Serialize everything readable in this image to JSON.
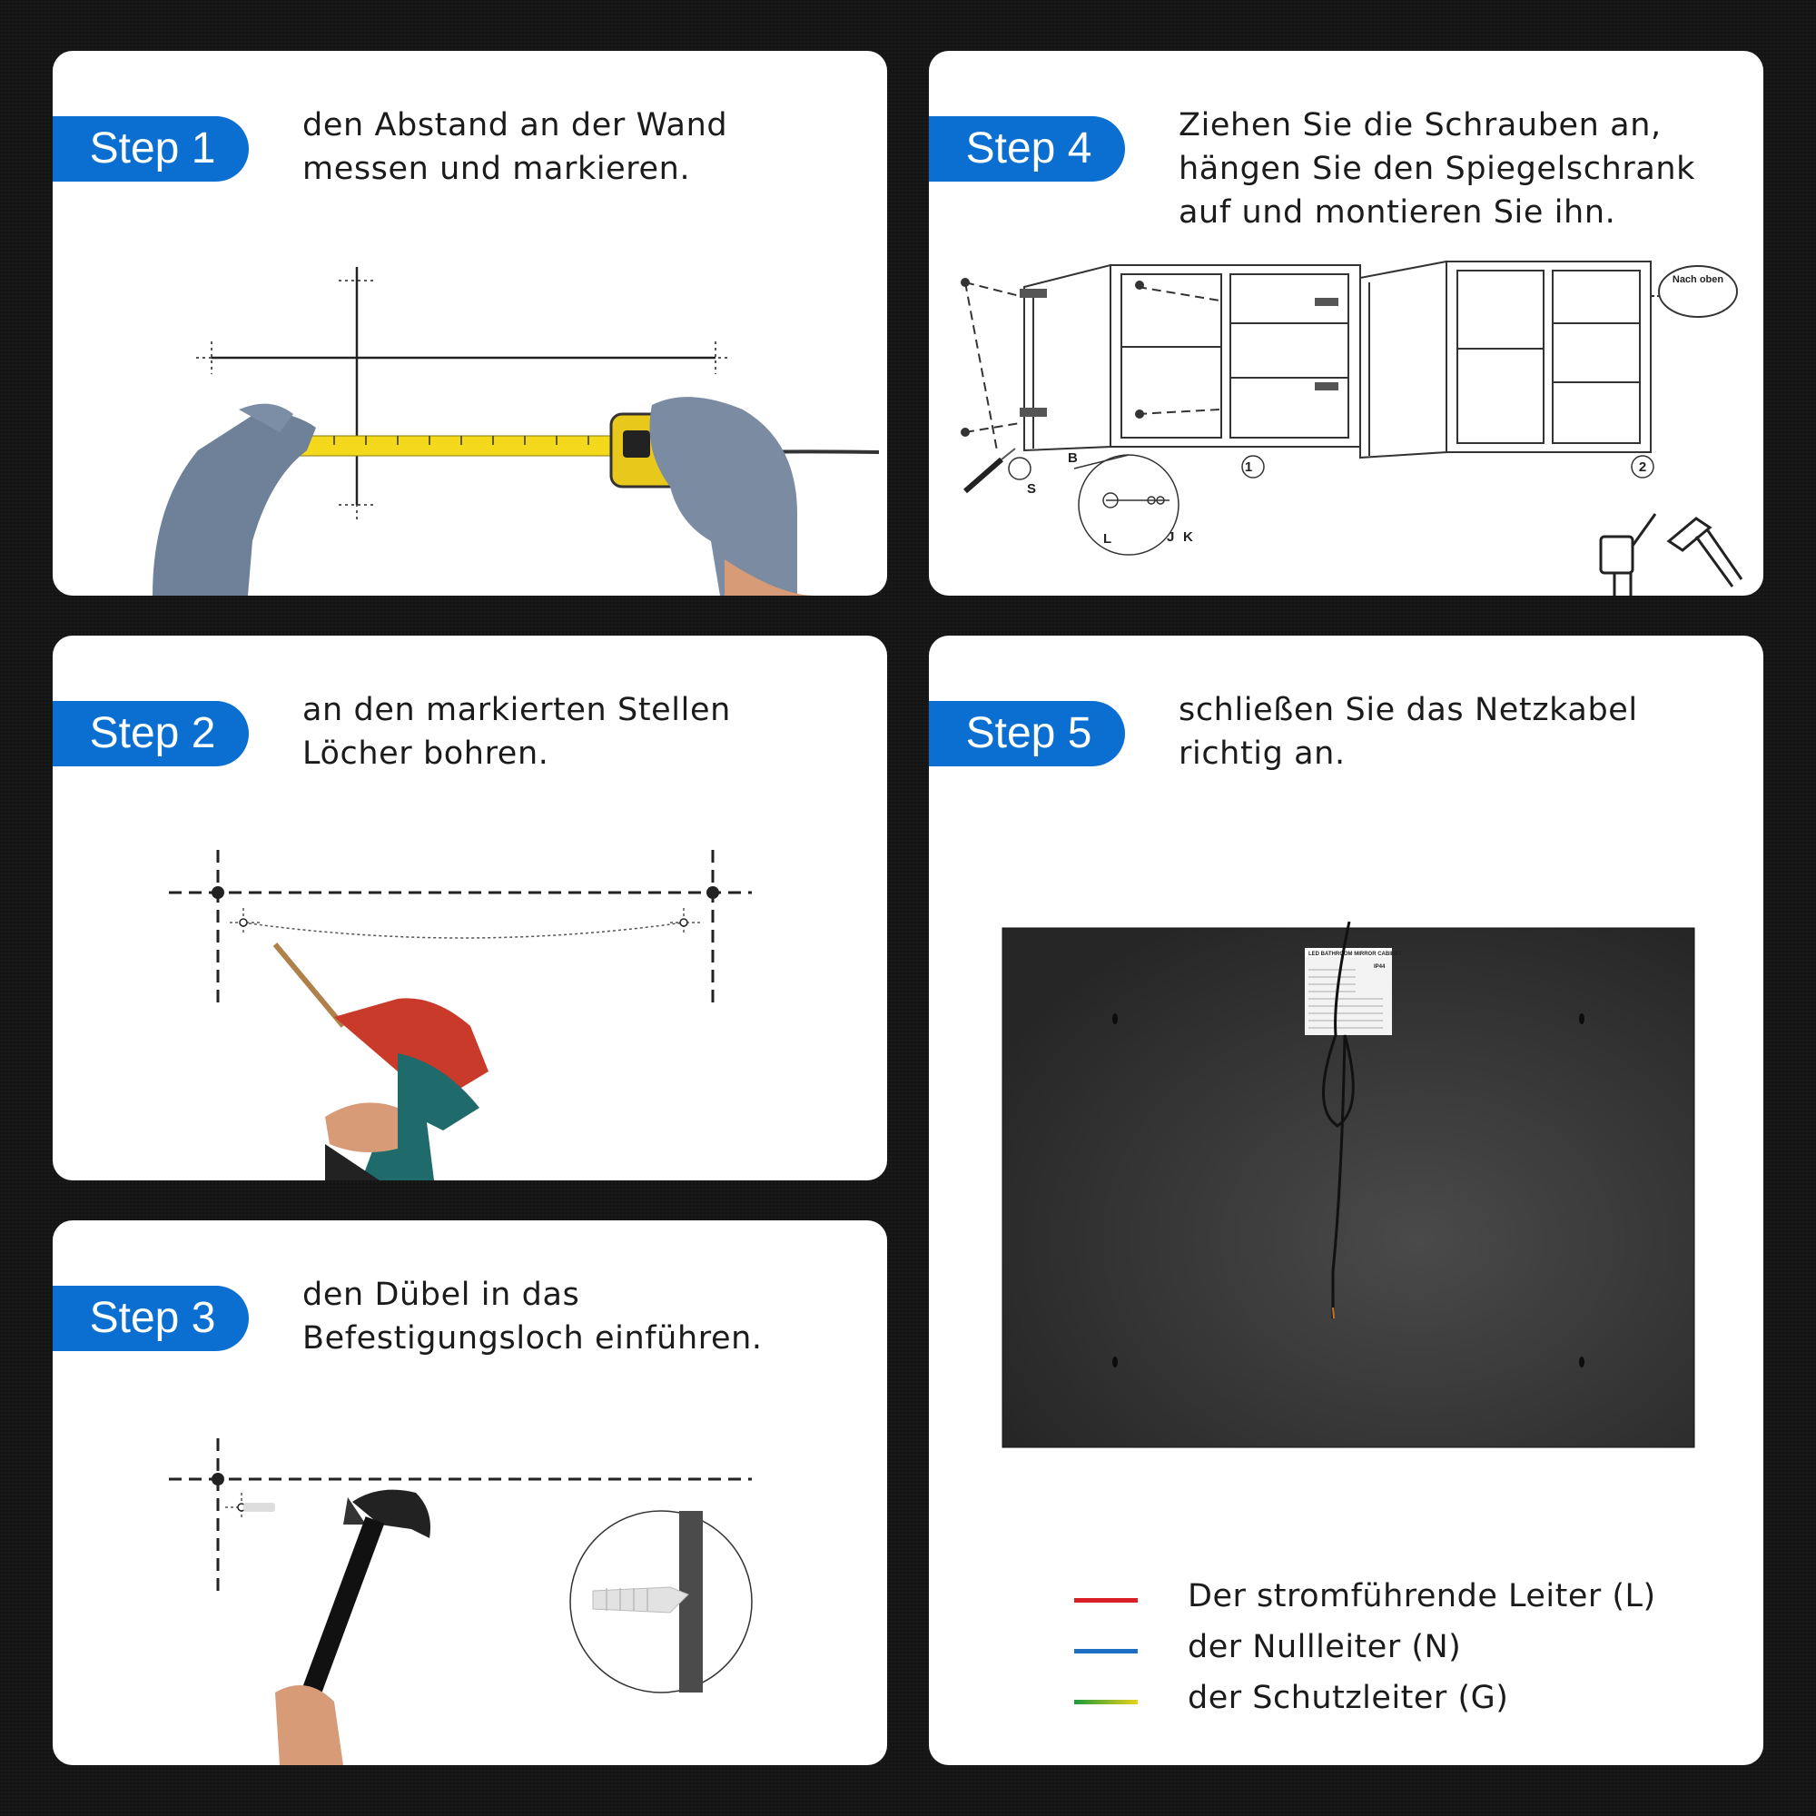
{
  "steps": [
    {
      "badge": "Step 1",
      "text": "den Abstand an der Wand messen und markieren."
    },
    {
      "badge": "Step 2",
      "text": "an den markierten Stellen Löcher bohren."
    },
    {
      "badge": "Step 3",
      "text": "den Dübel in das Befestigungsloch einführen."
    },
    {
      "badge": "Step 4",
      "text": "Ziehen Sie die Schrauben an, hängen Sie den Spiegelschrank auf und montieren Sie ihn."
    },
    {
      "badge": "Step 5",
      "text": "schließen Sie das Netzkabel richtig an."
    }
  ],
  "step4_diagram": {
    "part_labels": [
      "B",
      "S",
      "L",
      "J",
      "K"
    ],
    "figure_numbers": [
      "1",
      "2"
    ],
    "callout": "Nach oben"
  },
  "legend": [
    {
      "label": "Der stromführende Leiter (L)",
      "color": "#d91f26"
    },
    {
      "label": "der Nullleiter (N)",
      "color": "#1e6fc4"
    },
    {
      "label": "der Schutzleiter (G)",
      "color": "gradient-green-yellow"
    }
  ],
  "cabinet_label": {
    "title": "LED BATHROOM MIRROR CABINET",
    "rating": "IP44"
  },
  "icons": [
    "tape-measure-icon",
    "drill-icon",
    "hammer-icon",
    "wall-plug-icon",
    "screwdriver-icon",
    "power-drill-icon"
  ]
}
